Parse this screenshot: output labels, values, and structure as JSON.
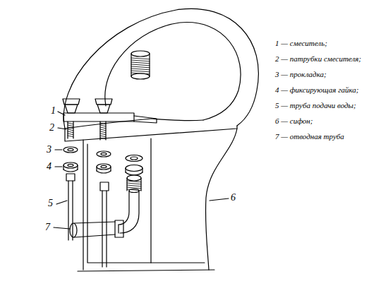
{
  "diagram": {
    "labels": [
      "1",
      "2",
      "3",
      "4",
      "5",
      "6",
      "7",
      "1 — смеситель;",
      "2 — патрубки смесителя;",
      "3 — прокладка;",
      "4 — фиксирующая гайка;",
      "5 — труба подачи воды;",
      "6 — сифон;",
      "7 — отводная труба"
    ]
  }
}
